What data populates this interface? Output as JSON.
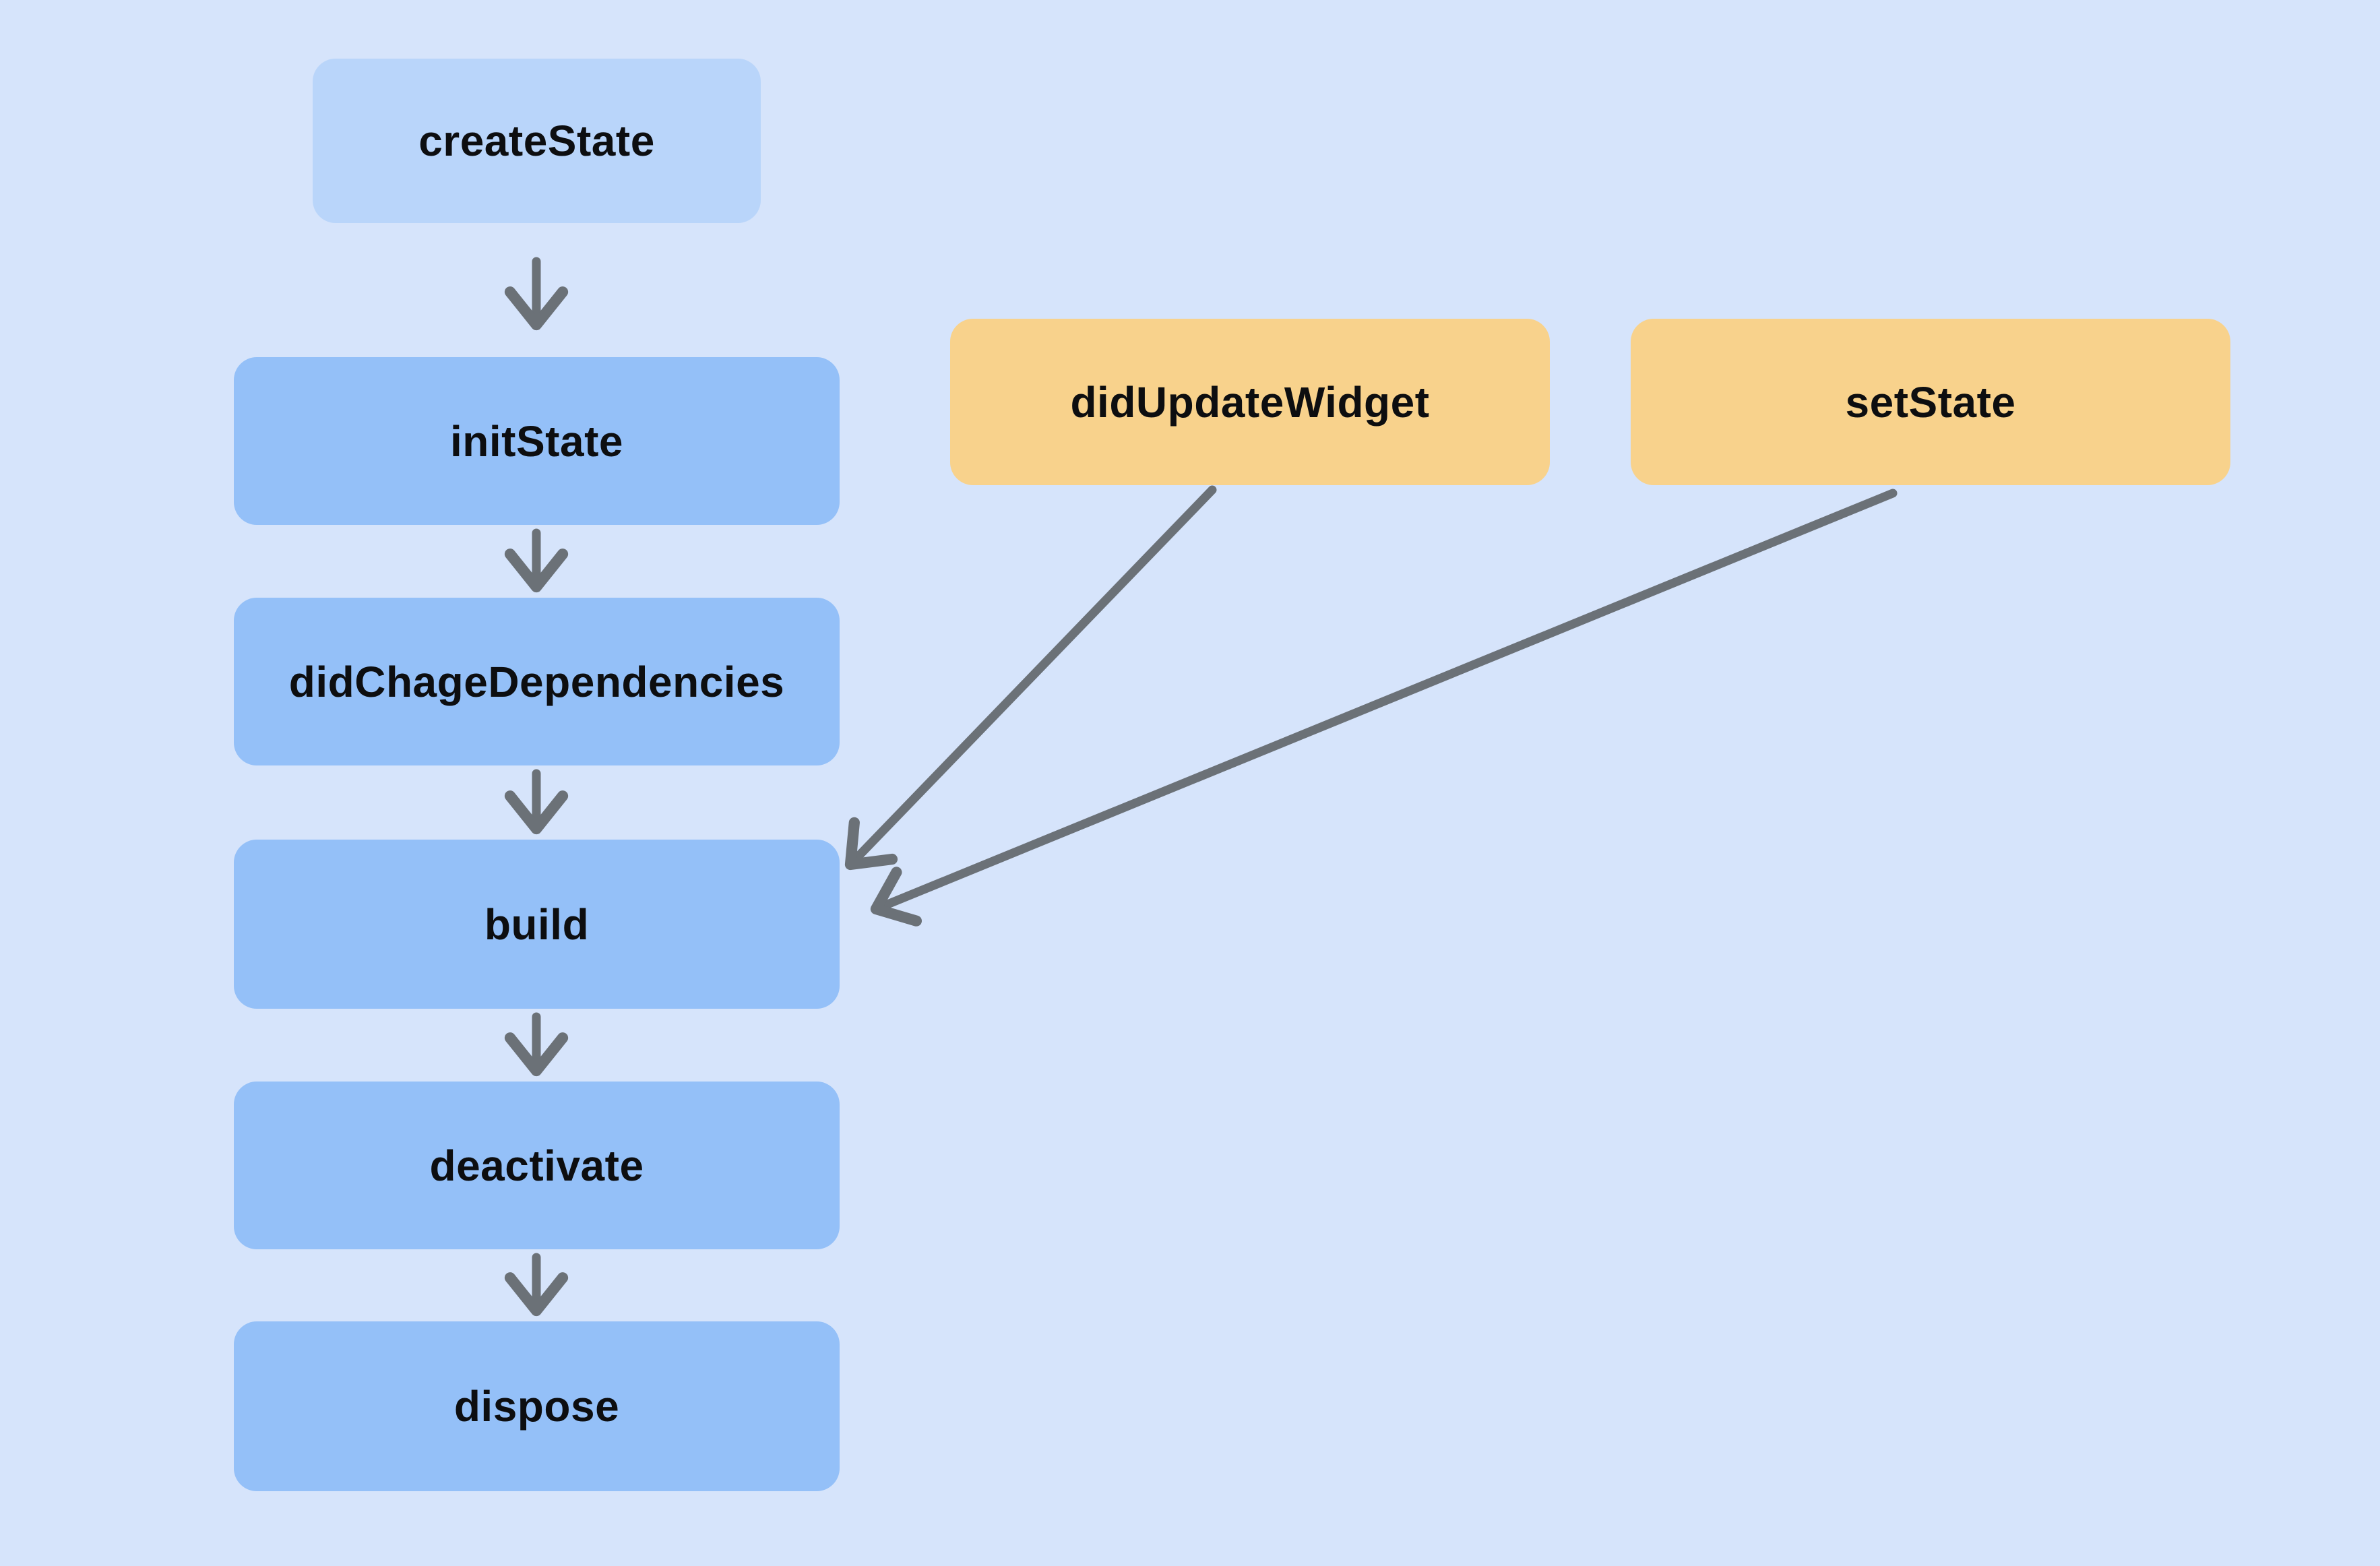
{
  "colors": {
    "background": "#d6e4fb",
    "create_state_fill": "#b9d5fa",
    "lifecycle_fill": "#94c0f8",
    "event_fill": "#f8d28c",
    "arrow": "#6b7177",
    "label_text": "#0d0e10"
  },
  "nodes": {
    "createState": {
      "label": "createState"
    },
    "initState": {
      "label": "initState"
    },
    "didChageDependencies": {
      "label": "didChageDependencies"
    },
    "build": {
      "label": "build"
    },
    "deactivate": {
      "label": "deactivate"
    },
    "dispose": {
      "label": "dispose"
    },
    "didUpdateWidget": {
      "label": "didUpdateWidget"
    },
    "setState": {
      "label": "setState"
    }
  },
  "edges": [
    {
      "from": "createState",
      "to": "initState"
    },
    {
      "from": "initState",
      "to": "didChageDependencies"
    },
    {
      "from": "didChageDependencies",
      "to": "build"
    },
    {
      "from": "build",
      "to": "deactivate"
    },
    {
      "from": "deactivate",
      "to": "dispose"
    },
    {
      "from": "didUpdateWidget",
      "to": "build"
    },
    {
      "from": "setState",
      "to": "build"
    }
  ]
}
